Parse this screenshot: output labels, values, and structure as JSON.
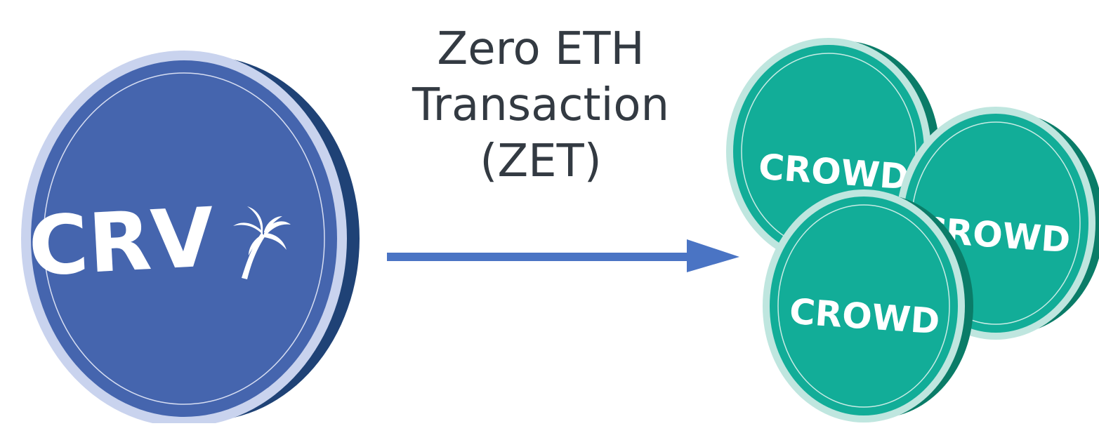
{
  "caption": {
    "line1": "Zero ETH",
    "line2": "Transaction",
    "line3": "(ZET)"
  },
  "source_coin": {
    "label": "CRV",
    "face_color": "#4565ae",
    "rim_color": "#c9d3ee",
    "edge_color": "#1f4276"
  },
  "target_coins": {
    "label": "CROWD",
    "face_color": "#12ad98",
    "rim_color": "#bfe6df",
    "edge_color": "#0a7c68",
    "count": 3
  },
  "arrow": {
    "color": "#4a74c4",
    "direction": "right"
  }
}
